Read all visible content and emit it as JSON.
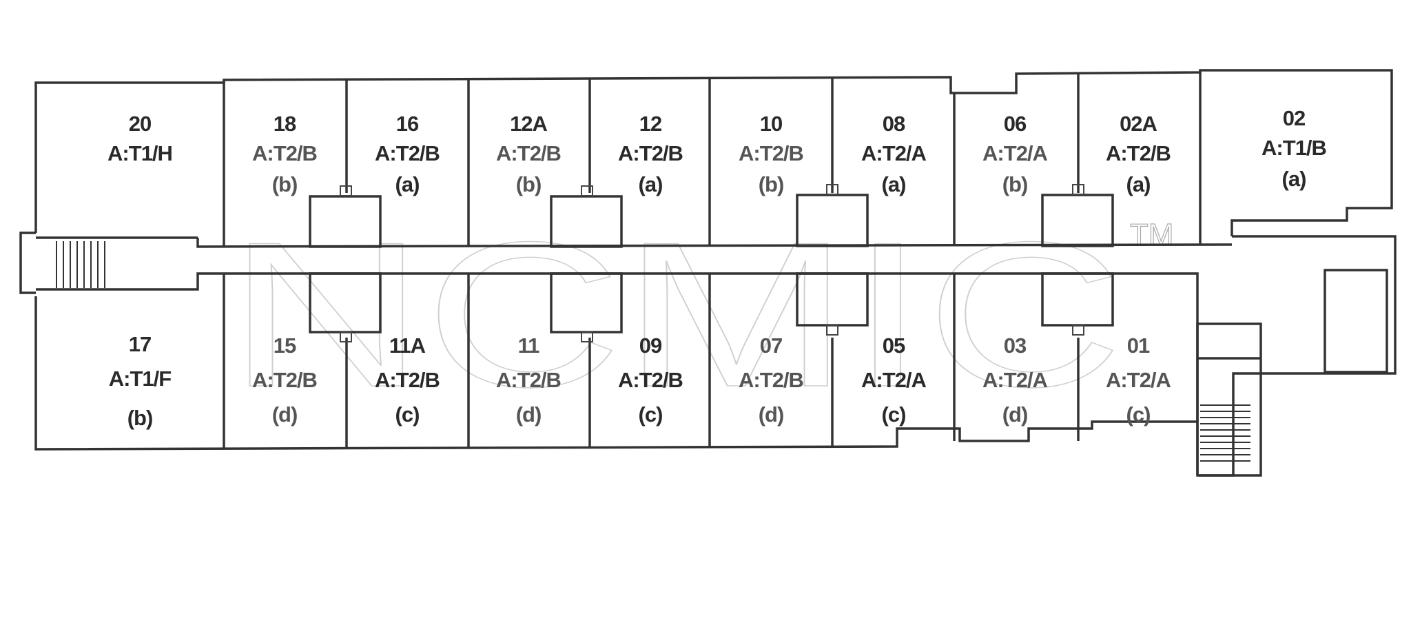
{
  "plan": {
    "top_units": [
      {
        "number": "20",
        "type": "A:T1/H",
        "variant": ""
      },
      {
        "number": "18",
        "type": "A:T2/B",
        "variant": "(b)"
      },
      {
        "number": "16",
        "type": "A:T2/B",
        "variant": "(a)"
      },
      {
        "number": "12A",
        "type": "A:T2/B",
        "variant": "(b)"
      },
      {
        "number": "12",
        "type": "A:T2/B",
        "variant": "(a)"
      },
      {
        "number": "10",
        "type": "A:T2/B",
        "variant": "(b)"
      },
      {
        "number": "08",
        "type": "A:T2/A",
        "variant": "(a)"
      },
      {
        "number": "06",
        "type": "A:T2/A",
        "variant": "(b)"
      },
      {
        "number": "02A",
        "type": "A:T2/B",
        "variant": "(a)"
      },
      {
        "number": "02",
        "type": "A:T1/B",
        "variant": "(a)"
      }
    ],
    "bottom_units": [
      {
        "number": "17",
        "type": "A:T1/F",
        "variant": "(b)"
      },
      {
        "number": "15",
        "type": "A:T2/B",
        "variant": "(d)"
      },
      {
        "number": "11A",
        "type": "A:T2/B",
        "variant": "(c)"
      },
      {
        "number": "11",
        "type": "A:T2/B",
        "variant": "(d)"
      },
      {
        "number": "09",
        "type": "A:T2/B",
        "variant": "(c)"
      },
      {
        "number": "07",
        "type": "A:T2/B",
        "variant": "(d)"
      },
      {
        "number": "05",
        "type": "A:T2/A",
        "variant": "(c)"
      },
      {
        "number": "03",
        "type": "A:T2/A",
        "variant": "(d)"
      },
      {
        "number": "01",
        "type": "A:T2/A",
        "variant": "(c)"
      }
    ]
  },
  "watermark": {
    "text": "NCMIC",
    "tm": "TM"
  }
}
